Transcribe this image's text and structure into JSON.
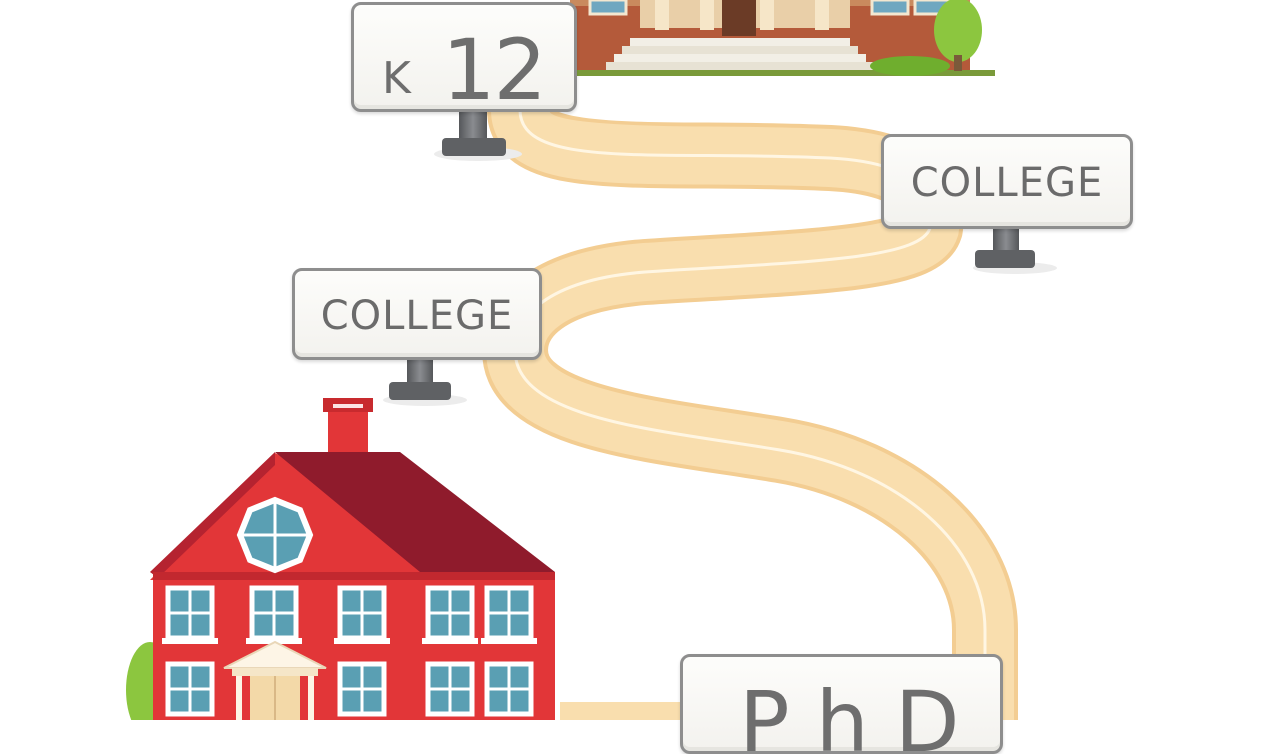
{
  "signs": {
    "k12": {
      "prefix": "K",
      "number": "12"
    },
    "college_upper": "COLLEGE",
    "college_lower": "COLLEGE",
    "phd": "PhD"
  },
  "colors": {
    "path": "#f9deae",
    "path_edge": "#f3cd92",
    "path_lane": "#fff6e3",
    "house_wall": "#e23638",
    "house_roof": "#8f1b2c",
    "window_glass": "#5a9fb3",
    "sign_border": "#8e8e8e",
    "sign_text": "#6b6b6b",
    "post": "#66686b",
    "school_brick": "#b45a3a",
    "tree": "#8cc63f"
  },
  "icons": [
    "k12-school-building-icon",
    "red-house-icon",
    "sign-post-icon",
    "bush-icon",
    "tree-icon"
  ]
}
